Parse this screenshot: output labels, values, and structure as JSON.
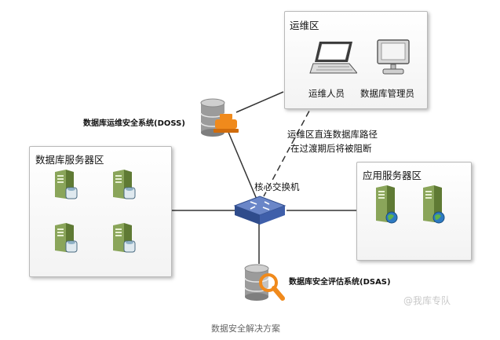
{
  "zones": {
    "ops": {
      "title": "运维区",
      "staff": "运维人员",
      "dba": "数据库管理员"
    },
    "db_servers": {
      "title": "数据库服务器区"
    },
    "app_servers": {
      "title": "应用服务器区"
    }
  },
  "core_switch": "核心交换机",
  "doss": "数据库运维安全系统(DOSS)",
  "dsas": "数据库安全评估系统(DSAS)",
  "path_note": [
    "运维区直连数据库路径",
    "在过渡期后将被阻断"
  ],
  "watermark": "@我库专队",
  "caption": "数据安全解决方案",
  "colors": {
    "switch": "#3f5faa",
    "server": "#a8c37a",
    "orange": "#f08a1c",
    "line": "#333333"
  }
}
